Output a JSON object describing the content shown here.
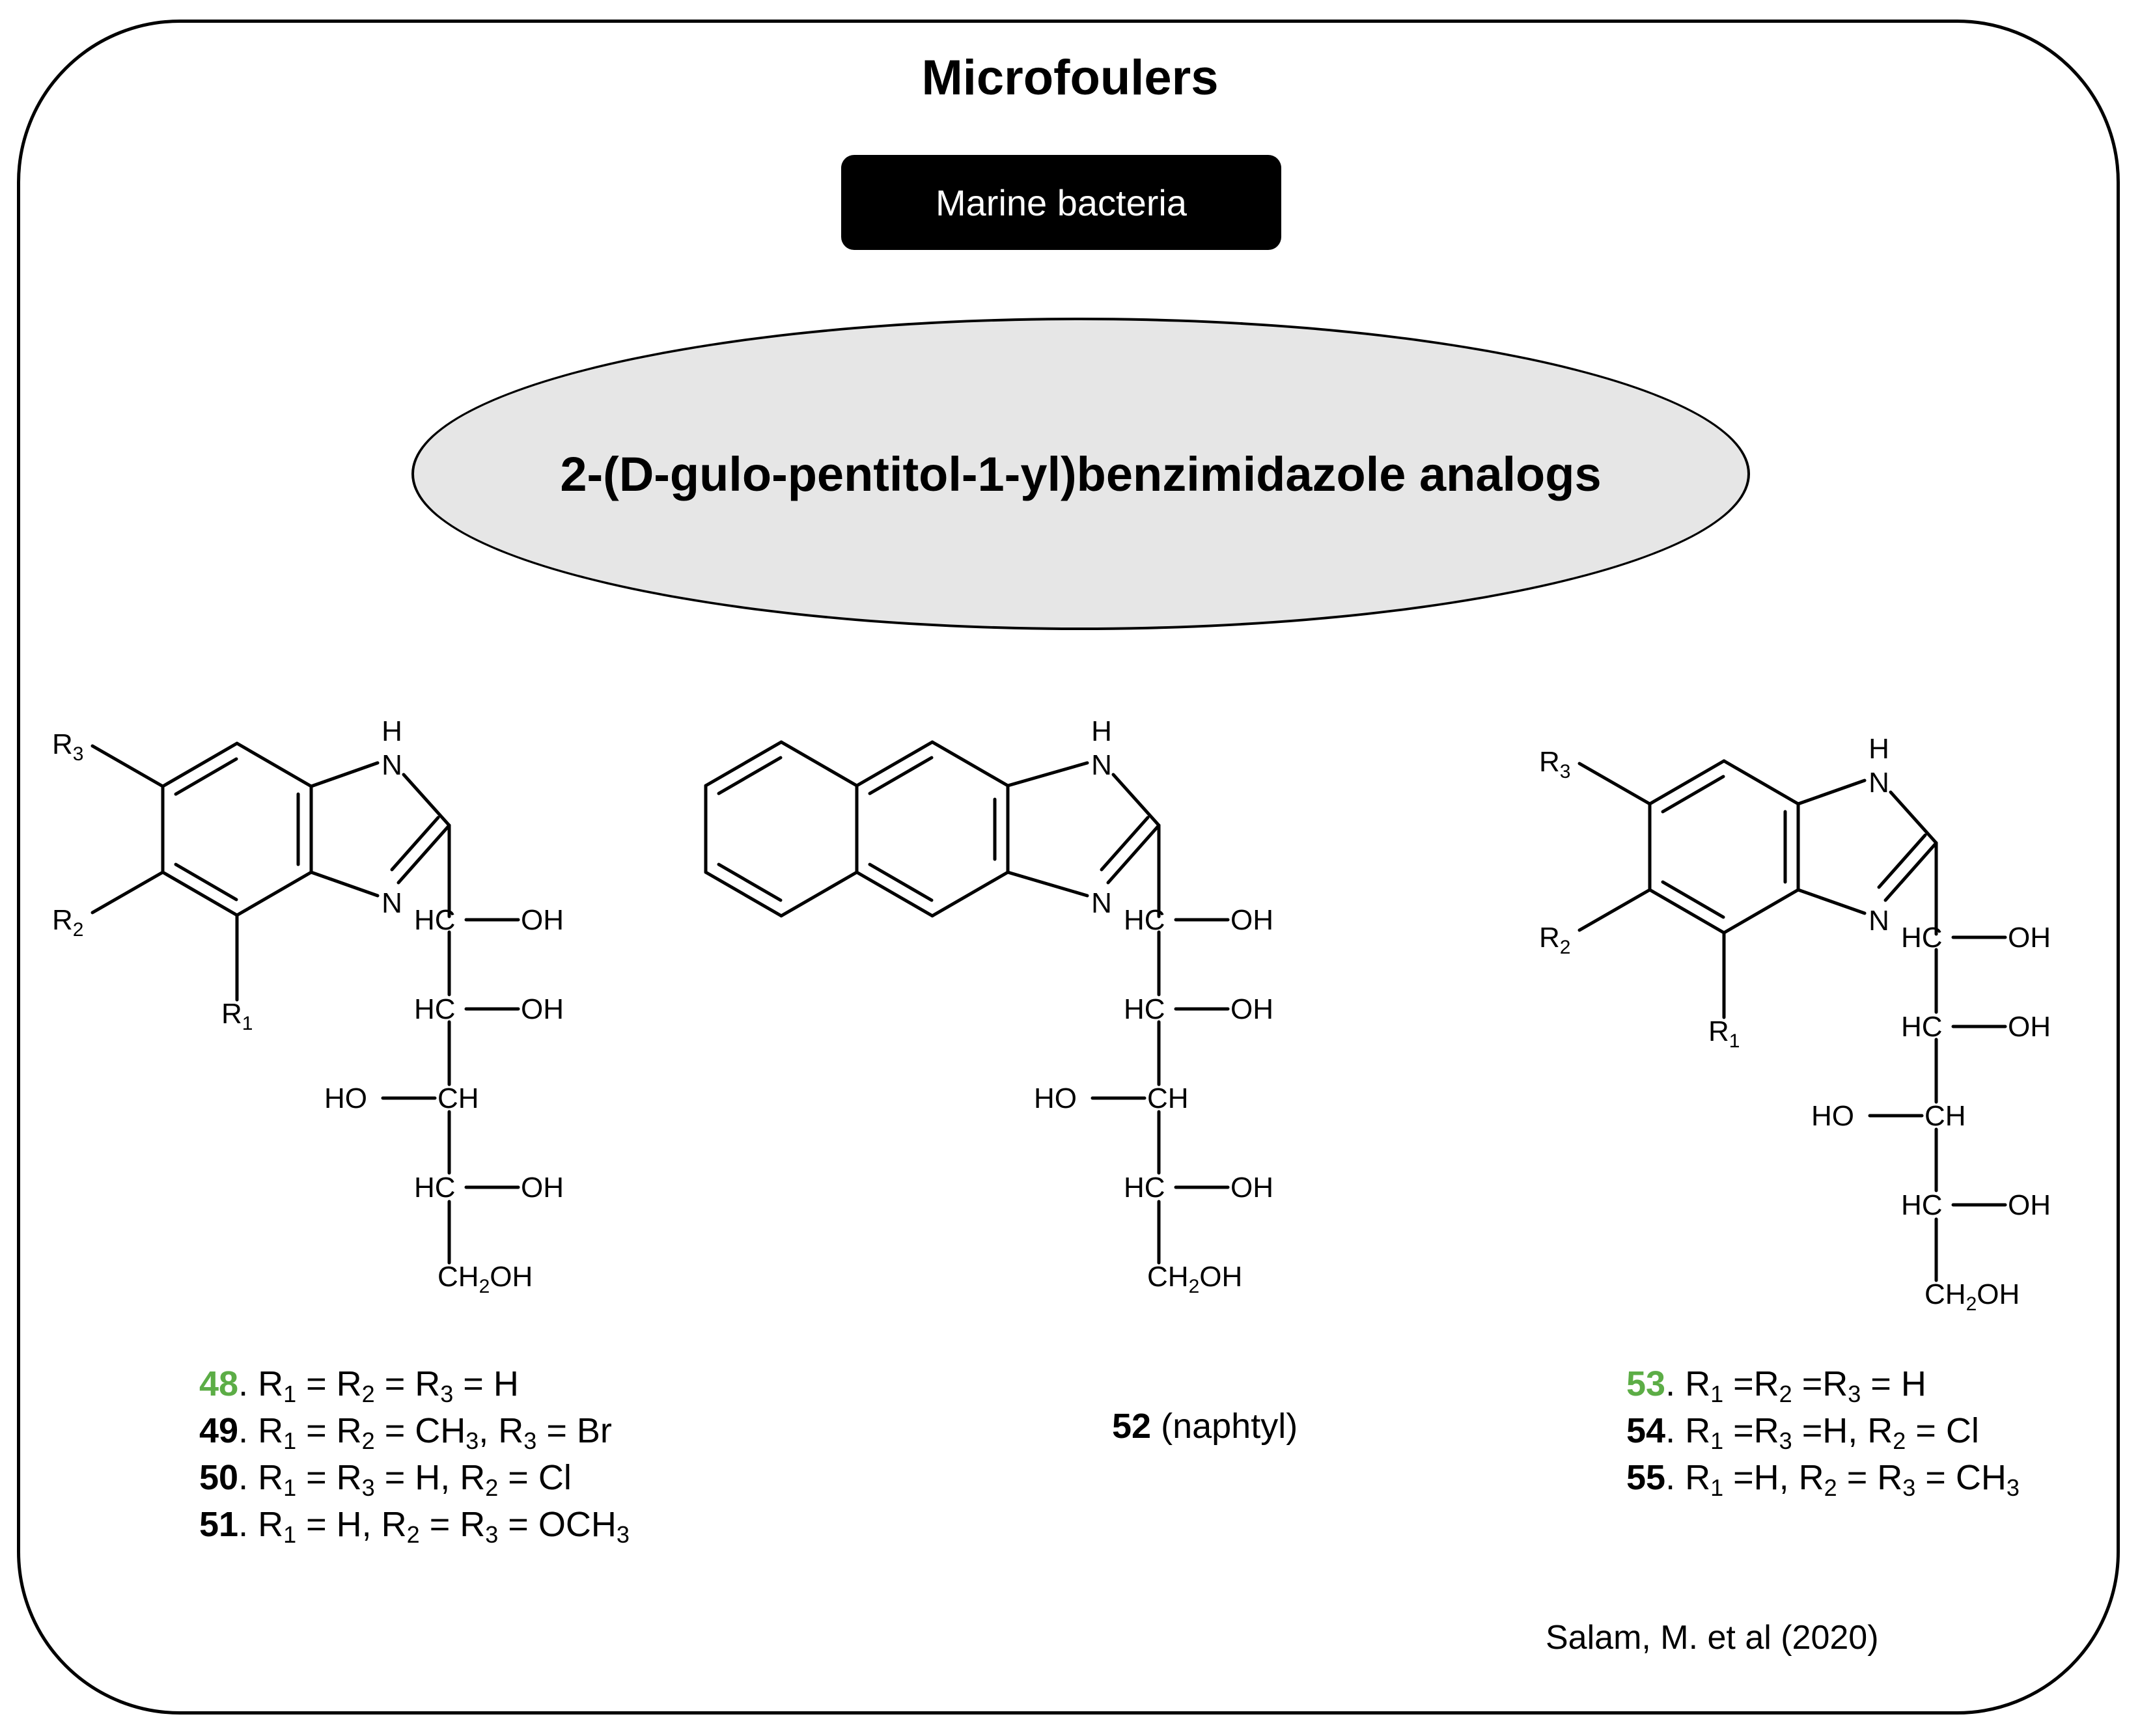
{
  "diagram": {
    "title": "Microfoulers",
    "category_label": "Marine bacteria",
    "class_label": "2-(D-gulo-pentitol-1-yl)benzimidazole  analogs",
    "atoms": {
      "R1": "R",
      "R1_sub": "1",
      "R2": "R",
      "R2_sub": "2",
      "R3": "R",
      "R3_sub": "3",
      "NH_H": "H",
      "N": "N",
      "HC": "HC",
      "CH": "CH",
      "OH": "OH",
      "HO": "HO",
      "CH2OH_a": "CH",
      "CH2OH_sub": "2",
      "CH2OH_b": "OH"
    },
    "captions": {
      "left": [
        {
          "num": "48",
          "highlight": true,
          "parts": [
            ". R",
            "1",
            " = R",
            "2",
            " = R",
            "3",
            " = H"
          ]
        },
        {
          "num": "49",
          "highlight": false,
          "parts": [
            ". R",
            "1",
            " = R",
            "2",
            " = CH",
            "3",
            ", R",
            "3",
            " = Br"
          ]
        },
        {
          "num": "50",
          "highlight": false,
          "parts": [
            ". R",
            "1",
            " = R",
            "3",
            " = H, R",
            "2",
            " = Cl"
          ]
        },
        {
          "num": "51",
          "highlight": false,
          "parts": [
            ". R",
            "1",
            " = H, R",
            "2",
            " = R",
            "3",
            " = OCH",
            "3"
          ]
        }
      ],
      "center": [
        {
          "num": "52",
          "highlight": false,
          "parts": [
            " (naphtyl)"
          ]
        }
      ],
      "right": [
        {
          "num": "53",
          "highlight": true,
          "parts": [
            ". R",
            "1",
            " =R",
            "2",
            " =R",
            "3",
            " = H"
          ]
        },
        {
          "num": "54",
          "highlight": false,
          "parts": [
            ". R",
            "1",
            " =R",
            "3",
            " =H, R",
            "2",
            " = Cl"
          ]
        },
        {
          "num": "55",
          "highlight": false,
          "parts": [
            ". R",
            "1",
            " =H, R",
            "2",
            " = R",
            "3",
            " = CH",
            "3"
          ]
        }
      ]
    },
    "reference": "Salam, M. et al (2020)",
    "colors": {
      "highlight": "#5cad46",
      "ellipse_fill": "#e6e6e6",
      "label_box": "#000000"
    }
  }
}
